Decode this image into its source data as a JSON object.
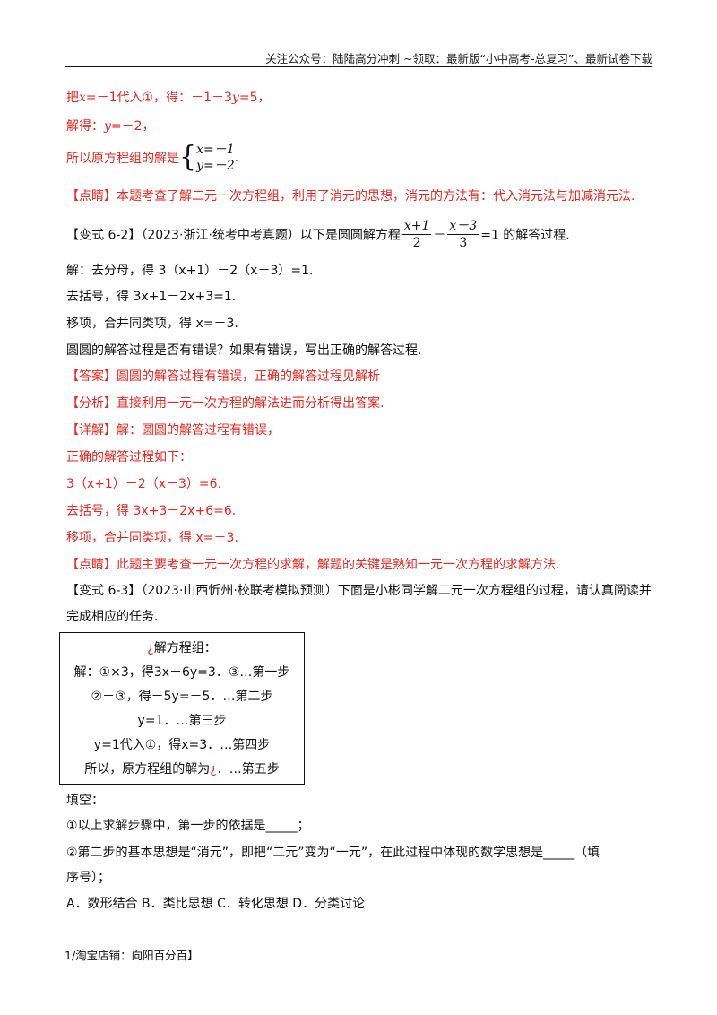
{
  "header": {
    "text": "关注公众号：陆陆高分冲刺 ~领取：最新版“小中高考-总复习”、最新试卷下载"
  },
  "part1": {
    "line1_a": "把",
    "line1_x": "x",
    "line1_b": "=－1代入①，得：－1－3",
    "line1_y": "y",
    "line1_c": "=5，",
    "line2_a": "解得：",
    "line2_y": "y",
    "line2_b": "=－2，",
    "line3_a": "所以原方程组的解是",
    "sys_row1": "x=－1",
    "sys_row2": "y=－2",
    "line3_end": ".",
    "comment_tag": "【点睛】",
    "comment_text": "本题考查了解二元一次方程组，利用了消元的思想，消元的方法有：代入消元法与加减消元法."
  },
  "variant62": {
    "tag": "【变式 6-2】",
    "source": "（2023·浙江·统考中考真题）以下是圆圆解方程",
    "frac1_num": "x+1",
    "frac1_den": "2",
    "minus": "－",
    "frac2_num": "x－3",
    "frac2_den": "3",
    "tail": "=1 的解答过程.",
    "s1": "解：去分母，得 3（x+1）－2（x－3）=1.",
    "s2": "去括号，得 3x+1－2x+3=1.",
    "s3": "移项，合并同类项，得 x=－3.",
    "s4": "圆圆的解答过程是否有错误？如果有错误，写出正确的解答过程.",
    "answer_tag": "【答案】",
    "answer_text": "圆圆的解答过程有错误，正确的解答过程见解析",
    "analysis_tag": "【分析】",
    "analysis_text": "直接利用一元一次方程的解法进而分析得出答案.",
    "detail_tag": "【详解】",
    "detail_text": "解：圆圆的解答过程有错误，",
    "d1": "正确的解答过程如下：",
    "d2": "3（x+1）－2（x－3）=6.",
    "d3": "去括号，得 3x+3－2x+6=6.",
    "d4": "移项，合并同类项，得 x=－3.",
    "comment_tag": "【点睛】",
    "comment_text": "此题主要考查一元一次方程的求解，解题的关键是熟知一元一次方程的求解方法."
  },
  "variant63": {
    "tag": "【变式 6-3】",
    "text1": "（2023·山西忻州·校联考模拟预测）下面是小彬同学解二元一次方程组的过程，请认真阅读并",
    "text2": "完成相应的任务."
  },
  "box": {
    "l1_mark": "¿",
    "l1_text": "解方程组：",
    "l2": "解：①×3，得3x－6y=3．③…第一步",
    "l3": "②－③，得－5y=－5．…第二步",
    "l4": "y=1．…第三步",
    "l5": "y=1代入①，得x=3．…第四步",
    "l6_a": "所以，原方程组的解为",
    "l6_mark": "¿",
    "l6_b": "．…第五步"
  },
  "tasks": {
    "t0": "填空：",
    "t1": "①以上求解步骤中，第一步的依据是_____；",
    "t2": "②第二步的基本思想是“消元”，即把“二元”变为“一元”，在此过程中体现的数学思想是_____（填",
    "t3": "序号）；",
    "t4": "A．数形结合 B．类比思想 C．转化思想 D．分类讨论"
  },
  "footer": {
    "text": "1/淘宝店铺：向阳百分百】"
  }
}
